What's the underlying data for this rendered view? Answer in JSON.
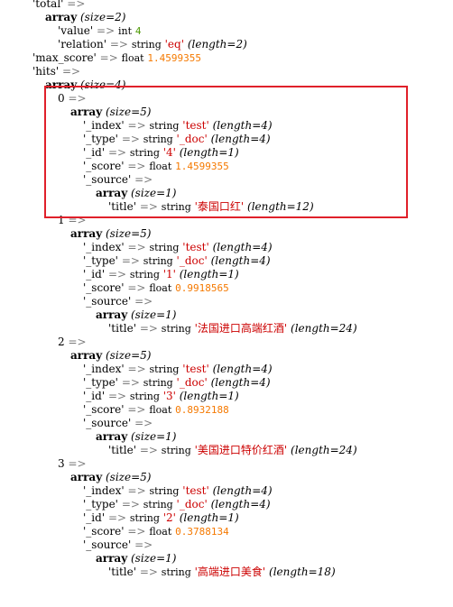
{
  "colors": {
    "string_value": "#cc0000",
    "float_value": "#f57900",
    "int_value": "#4e9a06",
    "arrow": "#7a7a7a",
    "highlight_border": "#e0202a"
  },
  "arrow": "=>",
  "type_labels": {
    "array": "array",
    "string": "string",
    "float": "float",
    "int": "int"
  },
  "header": {
    "total_key": "'total'",
    "array_size": "(size=2)",
    "value_key": "'value'",
    "value_val": "4",
    "relation_key": "'relation'",
    "relation_val": "'eq'",
    "relation_len": "(length=2)",
    "max_score_key": "'max_score'",
    "max_score_val": "1.4599355",
    "hits_key": "'hits'",
    "hits_size": "(size=4)"
  },
  "hits": [
    {
      "index_label": "0",
      "array_size": "(size=5)",
      "index_key": "'_index'",
      "index_val": "'test'",
      "index_len": "(length=4)",
      "type_key": "'_type'",
      "type_val": "'_doc'",
      "type_len": "(length=4)",
      "id_key": "'_id'",
      "id_val": "'4'",
      "id_len": "(length=1)",
      "score_key": "'_score'",
      "score_val": "1.4599355",
      "source_key": "'_source'",
      "source_size": "(size=1)",
      "title_key": "'title'",
      "title_val": "'泰国口红'",
      "title_len": "(length=12)"
    },
    {
      "index_label": "1",
      "array_size": "(size=5)",
      "index_key": "'_index'",
      "index_val": "'test'",
      "index_len": "(length=4)",
      "type_key": "'_type'",
      "type_val": "'_doc'",
      "type_len": "(length=4)",
      "id_key": "'_id'",
      "id_val": "'1'",
      "id_len": "(length=1)",
      "score_key": "'_score'",
      "score_val": "0.9918565",
      "source_key": "'_source'",
      "source_size": "(size=1)",
      "title_key": "'title'",
      "title_val": "'法国进口高端红酒'",
      "title_len": "(length=24)"
    },
    {
      "index_label": "2",
      "array_size": "(size=5)",
      "index_key": "'_index'",
      "index_val": "'test'",
      "index_len": "(length=4)",
      "type_key": "'_type'",
      "type_val": "'_doc'",
      "type_len": "(length=4)",
      "id_key": "'_id'",
      "id_val": "'3'",
      "id_len": "(length=1)",
      "score_key": "'_score'",
      "score_val": "0.8932188",
      "source_key": "'_source'",
      "source_size": "(size=1)",
      "title_key": "'title'",
      "title_val": "'美国进口特价红酒'",
      "title_len": "(length=24)"
    },
    {
      "index_label": "3",
      "array_size": "(size=5)",
      "index_key": "'_index'",
      "index_val": "'test'",
      "index_len": "(length=4)",
      "type_key": "'_type'",
      "type_val": "'_doc'",
      "type_len": "(length=4)",
      "id_key": "'_id'",
      "id_val": "'2'",
      "id_len": "(length=1)",
      "score_key": "'_score'",
      "score_val": "0.3788134",
      "source_key": "'_source'",
      "source_size": "(size=1)",
      "title_key": "'title'",
      "title_val": "'高端进口美食'",
      "title_len": "(length=18)"
    }
  ]
}
